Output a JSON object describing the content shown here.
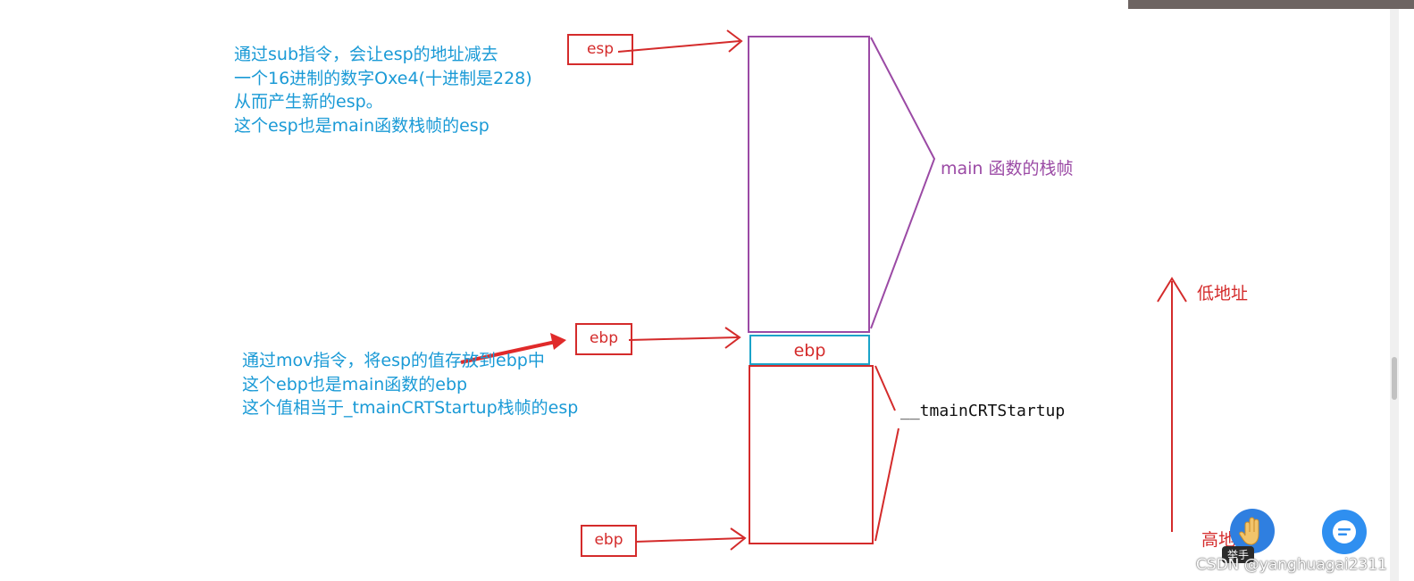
{
  "notes": {
    "top": [
      "通过sub指令，会让esp的地址减去",
      "一个16进制的数字Oxe4(十进制是228)",
      "从而产生新的esp。",
      "这个esp也是main函数栈帧的esp"
    ],
    "bottom": [
      "通过mov指令，将esp的值存放到ebp中",
      "这个ebp也是main函数的ebp",
      "这个值相当于_tmainCRTStartup栈帧的esp"
    ]
  },
  "registers": {
    "esp_top": "esp",
    "ebp_mid": "ebp",
    "ebp_bottom": "ebp"
  },
  "stack": {
    "ebp_cell": "ebp",
    "main_frame_label": "main 函数的栈帧",
    "crt_frame_label": "__tmainCRTStartup"
  },
  "address": {
    "low": "低地址",
    "high": "高地址"
  },
  "overlay": {
    "tooltip": "举手",
    "watermark": "CSDN @yanghuagai2311"
  },
  "colors": {
    "red": "#d42b2b",
    "purple": "#9b4aa5",
    "cyan": "#1aa3c9",
    "note_blue": "#1a9ad6"
  }
}
